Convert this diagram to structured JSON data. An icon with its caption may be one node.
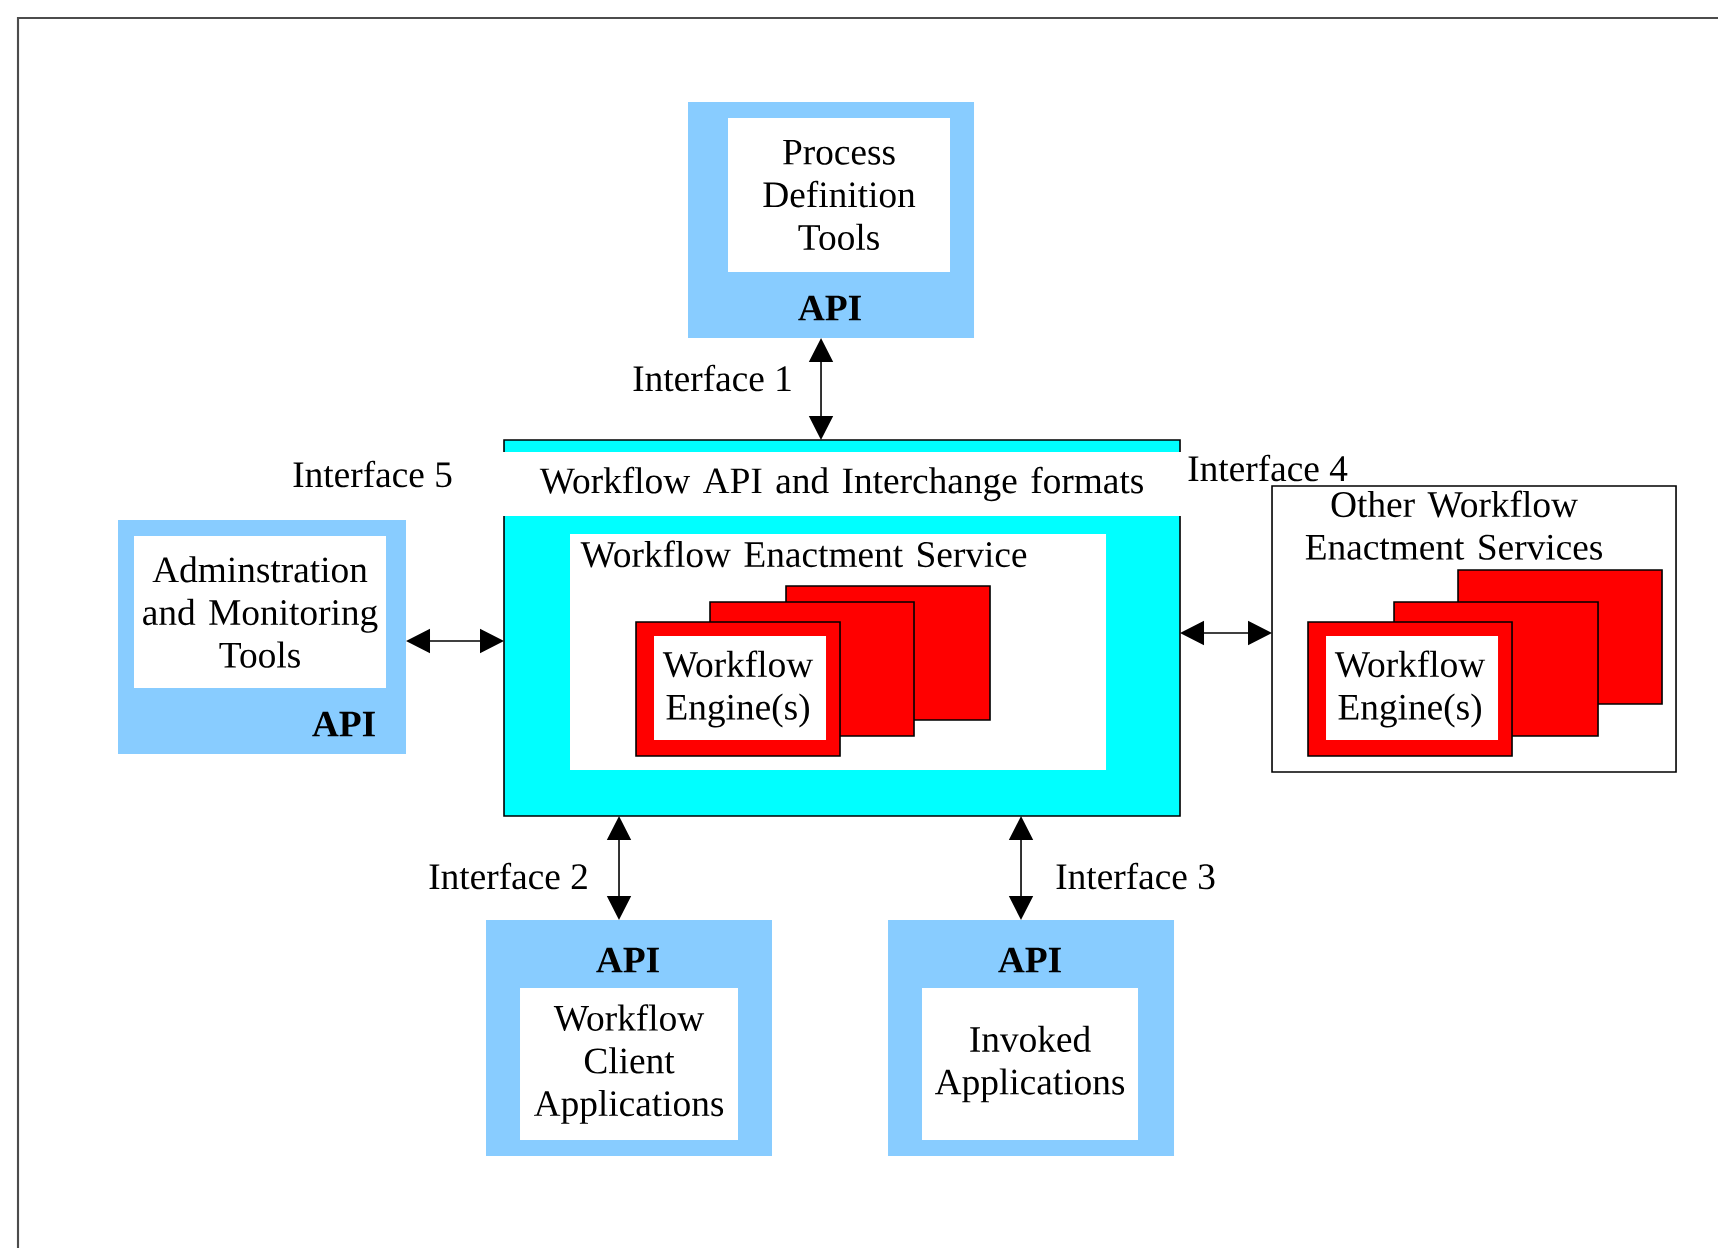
{
  "diagram": {
    "nodes": [
      {
        "text": [
          "API"
        ]
      },
      {
        "text": [
          "Process Definition Tools"
        ],
        "in": 0
      },
      {
        "text": [
          "API"
        ]
      },
      {
        "text": [
          "Adminstration and Monitoring Tools"
        ],
        "in": 2
      },
      {
        "text": [],
        "shape": "box"
      },
      {
        "text": [
          "Workflow API and Interchange formats"
        ],
        "in": 4
      },
      {
        "text": [
          "Workflow Enactment Service"
        ],
        "in": 4
      },
      {
        "text": [
          "Workflow Engine(s)"
        ],
        "in": 6
      },
      {
        "text": [
          "Other Workflow Enactment Services"
        ]
      },
      {
        "text": [
          "Workflow Engine(s)"
        ],
        "in": 8
      },
      {
        "text": [
          "API"
        ]
      },
      {
        "text": [
          "Workflow Client Applications"
        ],
        "in": 10
      },
      {
        "text": [
          "API"
        ]
      },
      {
        "text": [
          "Invoked Applications"
        ],
        "in": 12
      }
    ],
    "edges": [
      {
        "from": 0,
        "to": 4,
        "arrow": "both",
        "label": "Interface 1"
      },
      {
        "from": 2,
        "to": 4,
        "arrow": "both",
        "label": "Interface 5"
      },
      {
        "from": 4,
        "to": 8,
        "arrow": "both",
        "label": "Interface 4"
      },
      {
        "from": 4,
        "to": 10,
        "arrow": "both",
        "label": "Interface 2"
      },
      {
        "from": 4,
        "to": 12,
        "arrow": "both",
        "label": "Interface 3"
      }
    ]
  }
}
